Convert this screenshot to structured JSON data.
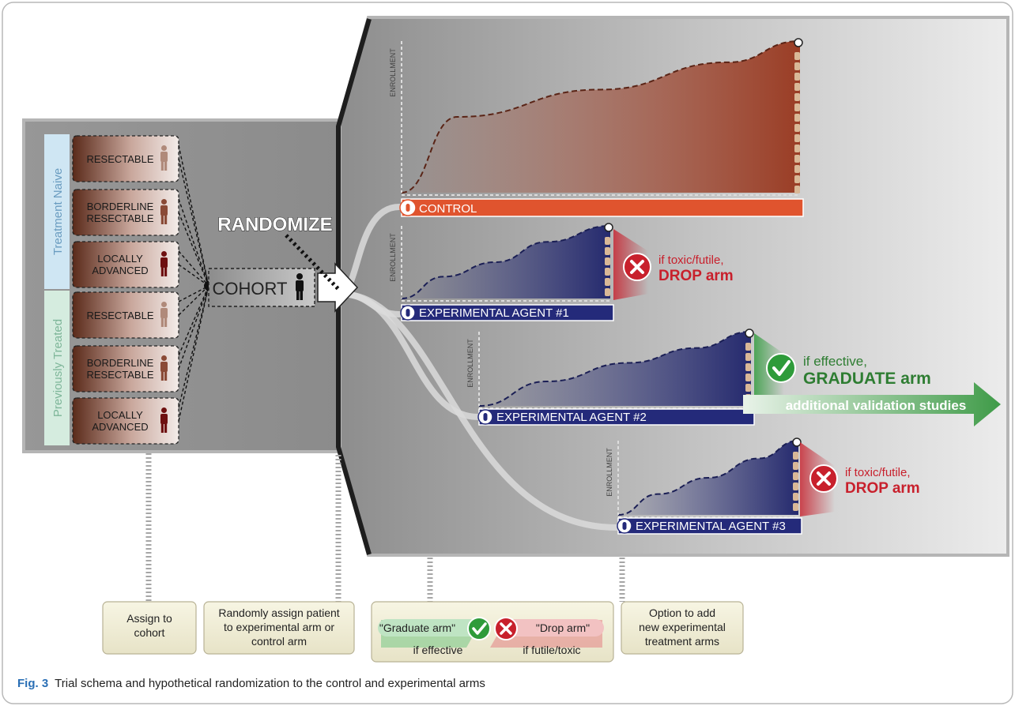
{
  "groups": [
    {
      "label": "Treatment Naive",
      "tint": "#cfe6f3",
      "text_color": "#6a9cc0"
    },
    {
      "label": "Previously Treated",
      "tint": "#d5ecdf",
      "text_color": "#7eb699"
    }
  ],
  "cohort_items": [
    {
      "line1": "RESECTABLE",
      "line2": "",
      "icon_color": "#b08a7a"
    },
    {
      "line1": "BORDERLINE",
      "line2": "RESECTABLE",
      "icon_color": "#8a4a36"
    },
    {
      "line1": "LOCALLY",
      "line2": "ADVANCED",
      "icon_color": "#6e1010"
    },
    {
      "line1": "RESECTABLE",
      "line2": "",
      "icon_color": "#b08a7a"
    },
    {
      "line1": "BORDERLINE",
      "line2": "RESECTABLE",
      "icon_color": "#8a4a36"
    },
    {
      "line1": "LOCALLY",
      "line2": "ADVANCED",
      "icon_color": "#6e1010"
    }
  ],
  "cohort_label": "COHORT",
  "randomize_label": "RANDOMIZE",
  "enrollment_label": "ENROLLMENT",
  "arms": [
    {
      "label": "CONTROL",
      "color": "#e0542e",
      "fill": "#9a3d25"
    },
    {
      "label": "EXPERIMENTAL AGENT #1",
      "color": "#242a7a",
      "fill": "#252a6e"
    },
    {
      "label": "EXPERIMENTAL AGENT #2",
      "color": "#242a7a",
      "fill": "#252a6e"
    },
    {
      "label": "EXPERIMENTAL AGENT #3",
      "color": "#242a7a",
      "fill": "#252a6e"
    }
  ],
  "outcomes": {
    "drop_line1": "if toxic/futile,",
    "drop_line2": "DROP arm",
    "grad_line1": "if effective,",
    "grad_line2": "GRADUATE arm",
    "validation": "additional validation studies"
  },
  "legend": {
    "box1": [
      "Assign to",
      "cohort"
    ],
    "box2": [
      "Randomly assign patient",
      "to experimental arm or",
      "control arm"
    ],
    "box3_grad": "\"Graduate arm\"",
    "box3_drop": "\"Drop arm\"",
    "box3_eff": "if effective",
    "box3_fut": "if futile/toxic",
    "box4": [
      "Option to add",
      "new experimental",
      "treatment arms"
    ]
  },
  "caption": {
    "label": "Fig. 3",
    "text": "Trial schema and hypothetical randomization to the control and experimental arms"
  },
  "colors": {
    "drop": "#c8202c",
    "graduate": "#2e7d32",
    "panel": "#909090"
  }
}
